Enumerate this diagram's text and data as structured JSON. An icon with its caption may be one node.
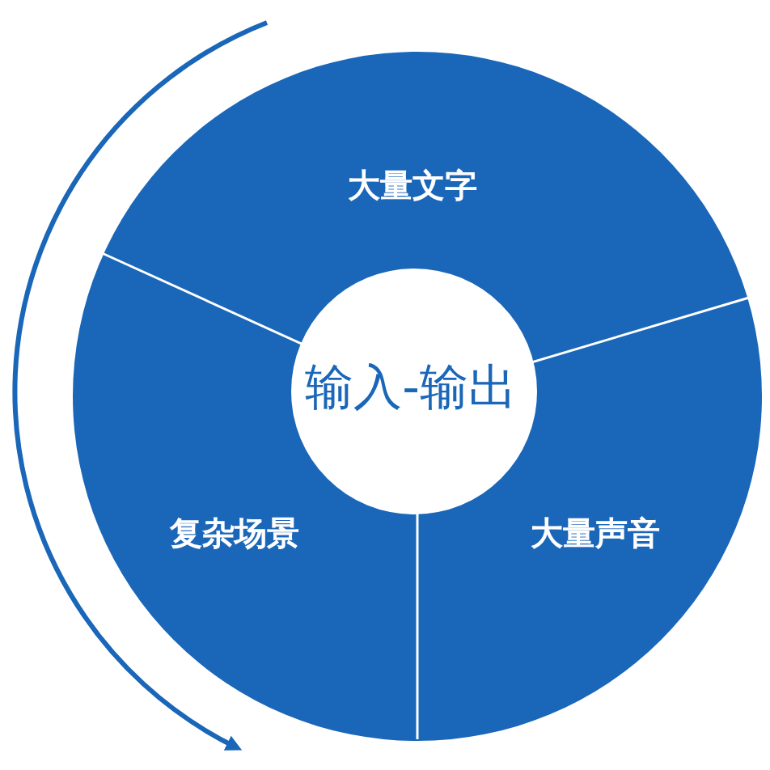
{
  "diagram": {
    "nodes": [
      {
        "text": [
          "大量文字"
        ]
      },
      {
        "text": [
          "输入-输出"
        ]
      },
      {
        "text": [
          "复杂场景"
        ]
      },
      {
        "text": [
          "大量声音"
        ]
      }
    ]
  }
}
